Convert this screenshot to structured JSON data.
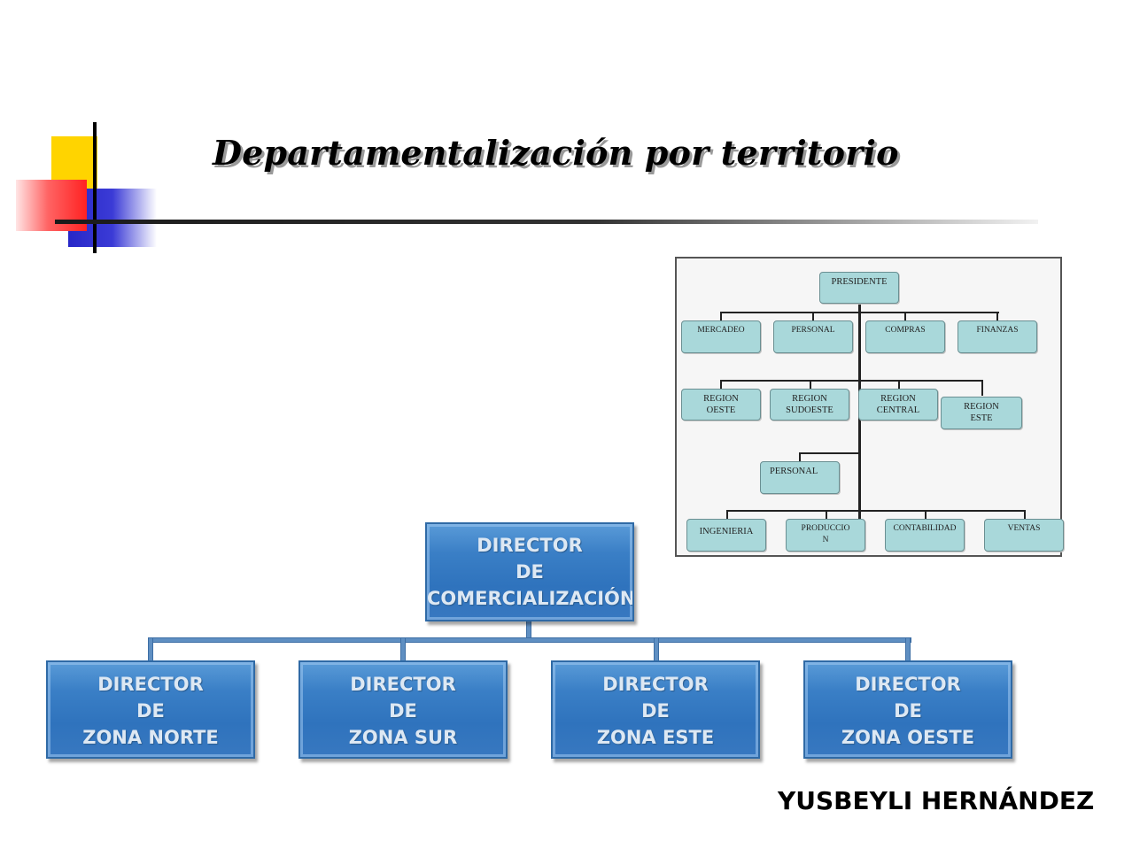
{
  "slide": {
    "title": "Departamentalización por territorio",
    "author": "YUSBEYLI HERNÁNDEZ"
  },
  "mini_chart": {
    "president": "PRESIDENTE",
    "departments": [
      "MERCADEO",
      "PERSONAL",
      "COMPRAS",
      "FINANZAS"
    ],
    "regions": [
      [
        "REGION",
        "OESTE"
      ],
      [
        "REGION",
        "SUDOESTE"
      ],
      [
        "REGION",
        "CENTRAL"
      ],
      [
        "REGION",
        "ESTE"
      ]
    ],
    "staff": "PERSONAL",
    "areas": [
      [
        "INGENIERIA"
      ],
      [
        "PRODUCCIO",
        "N"
      ],
      [
        "CONTABILIDAD"
      ],
      [
        "VENTAS"
      ]
    ]
  },
  "main_chart": {
    "top": [
      "DIRECTOR",
      "DE",
      "COMERCIALIZACIÓN"
    ],
    "zones": [
      [
        "DIRECTOR",
        "DE",
        "ZONA NORTE"
      ],
      [
        "DIRECTOR",
        "DE",
        "ZONA SUR"
      ],
      [
        "DIRECTOR",
        "DE",
        "ZONA ESTE"
      ],
      [
        "DIRECTOR",
        "DE",
        "ZONA OESTE"
      ]
    ]
  },
  "colors": {
    "accent_yellow": "#ffd400",
    "accent_red": "#ff2222",
    "accent_blue": "#2727c8",
    "box_blue": "#2f73bd",
    "mini_box": "#a9d8da"
  }
}
